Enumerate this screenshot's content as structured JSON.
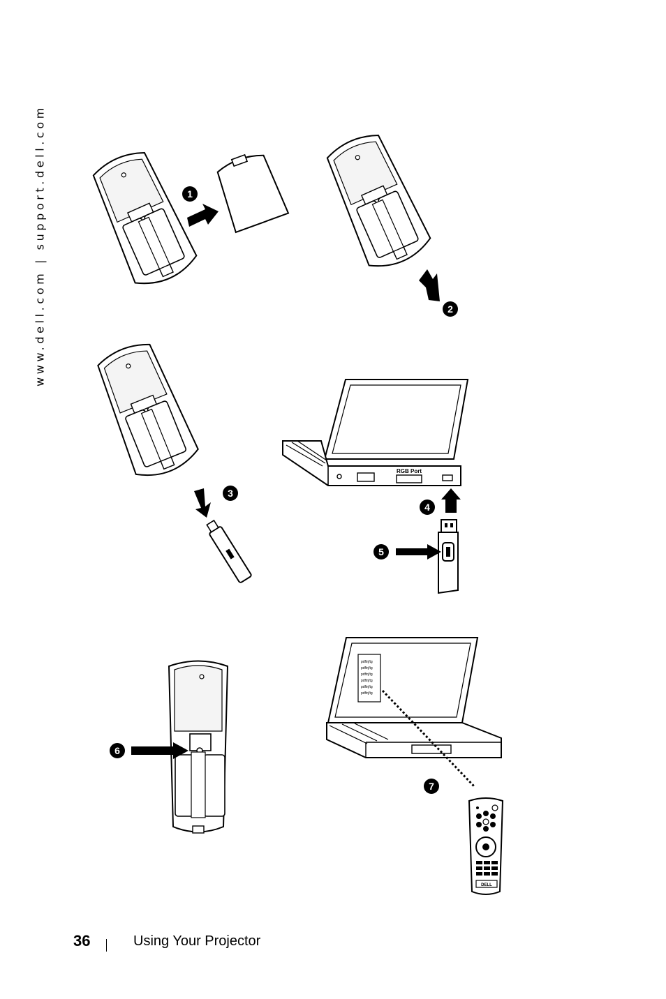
{
  "side_url": "www.dell.com | support.dell.com",
  "steps": [
    "1",
    "2",
    "3",
    "4",
    "5",
    "6",
    "7"
  ],
  "laptop_port_label": "RGB Port",
  "screen_lines": [
    "pdftrj/tg",
    "pdftrj/tg",
    "pdftrj/tg",
    "pdftrj/tg",
    "pdftrj/tg",
    "pdftrj/tg"
  ],
  "remote_logo": "DELL",
  "footer": {
    "page_number": "36",
    "title": "Using Your Projector"
  }
}
